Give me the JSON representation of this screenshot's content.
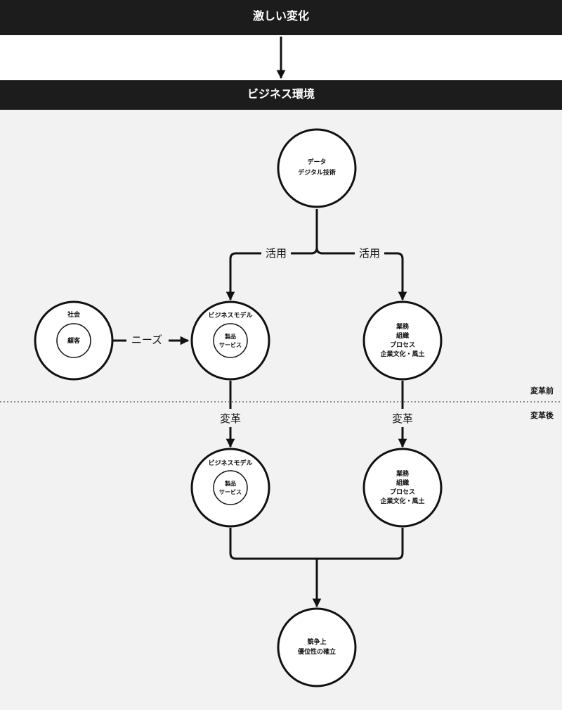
{
  "header": {
    "title": "激しい変化"
  },
  "environment": {
    "title": "ビジネス環境"
  },
  "nodes": {
    "data_node": {
      "lines": [
        "データ",
        "デジタル技術"
      ]
    },
    "society": {
      "outer": "社会",
      "inner": "顧客"
    },
    "bm_before": {
      "outer": "ビジネスモデル",
      "inner": [
        "製品",
        "サービス"
      ]
    },
    "ops_before": {
      "lines": [
        "業務",
        "組織",
        "プロセス",
        "企業文化・風土"
      ]
    },
    "bm_after": {
      "outer": "ビジネスモデル",
      "inner": [
        "製品",
        "サービス"
      ]
    },
    "ops_after": {
      "lines": [
        "業務",
        "組織",
        "プロセス",
        "企業文化・風土"
      ]
    },
    "result": {
      "lines": [
        "競争上",
        "優位性の確立"
      ]
    }
  },
  "edges": {
    "use_left": "活用",
    "use_right": "活用",
    "needs": "ニーズ",
    "transform_left": "変革",
    "transform_right": "変革"
  },
  "phases": {
    "before": "変革前",
    "after": "変革後"
  }
}
